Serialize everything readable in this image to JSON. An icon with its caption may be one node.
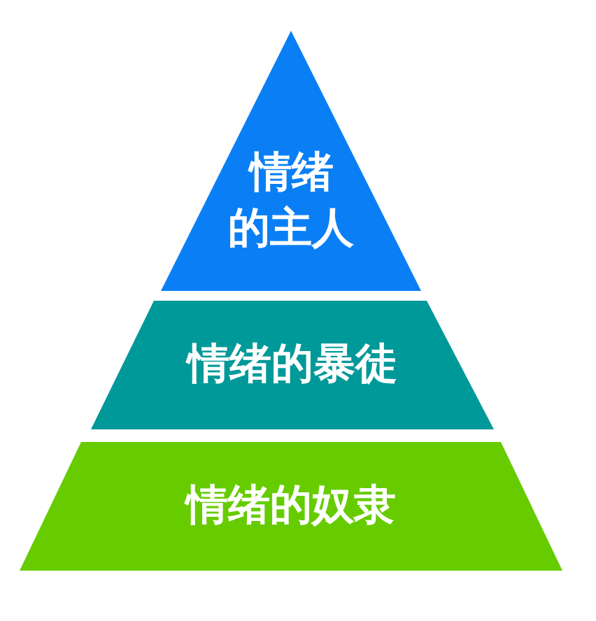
{
  "diagram": {
    "nodes": [
      {
        "text": [
          "情绪的主人"
        ]
      },
      {
        "text": [
          "情绪的暴徒"
        ]
      },
      {
        "text": [
          "情绪的奴隶"
        ]
      }
    ]
  }
}
